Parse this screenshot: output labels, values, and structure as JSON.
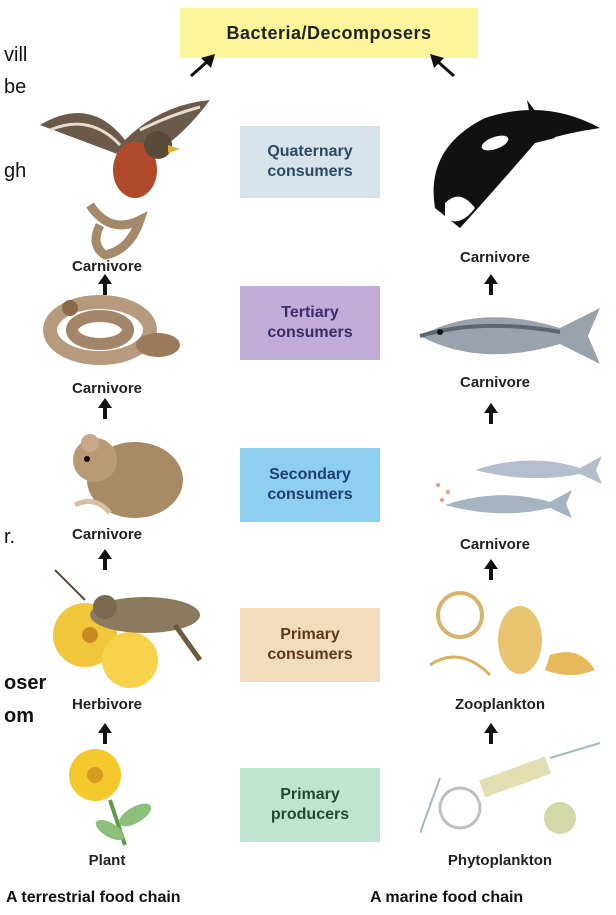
{
  "top_box": {
    "label": "Bacteria/Decomposers"
  },
  "fragments": [
    "vill",
    "be",
    "gh",
    "r.",
    "oser",
    "om"
  ],
  "levels": {
    "quaternary": "Quaternary consumers",
    "tertiary": "Tertiary consumers",
    "secondary": "Secondary consumers",
    "primary_consumers": "Primary consumers",
    "primary_producers": "Primary producers"
  },
  "terrestrial": {
    "labels": [
      "Carnivore",
      "Carnivore",
      "Carnivore",
      "Herbivore",
      "Plant"
    ],
    "title": "A terrestrial food chain"
  },
  "marine": {
    "labels": [
      "Carnivore",
      "Carnivore",
      "Carnivore",
      "Zooplankton",
      "Phytoplankton"
    ],
    "title": "A marine food chain"
  },
  "colors": {
    "top_box": "#fbf59c",
    "quaternary": "#d7e3ea",
    "tertiary": "#c2acd8",
    "secondary": "#8ecff0",
    "primary_consumers": "#f3dcbc",
    "primary_producers": "#bfe5d0"
  }
}
